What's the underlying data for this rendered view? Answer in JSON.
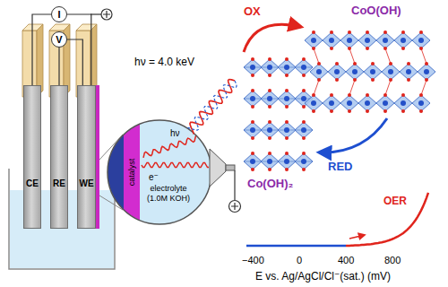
{
  "diagram": {
    "nodes": [
      {
        "text": [
          "I"
        ]
      },
      {
        "text": [
          "V"
        ]
      },
      {
        "text": [
          "CE"
        ]
      },
      {
        "text": [
          "RE"
        ]
      },
      {
        "text": [
          "WE"
        ]
      },
      {
        "text": [
          "catalyst"
        ]
      },
      {
        "text": [
          "electrolyte (1.0M KOH)"
        ]
      }
    ],
    "edges": [
      {
        "from": 2,
        "to": 0,
        "arrow": "none"
      },
      {
        "from": 0,
        "to": 4,
        "arrow": "none"
      },
      {
        "from": 3,
        "to": 1,
        "arrow": "none"
      },
      {
        "from": 1,
        "to": 4,
        "arrow": "none"
      }
    ],
    "labels": [
      "hν = 4.0 keV",
      "hν",
      "e⁻",
      "OX",
      "CoO(OH)",
      "RED",
      "Co(OH)₂",
      "OER",
      "−400",
      "0",
      "400",
      "800",
      "E vs. Ag/AgCl/Cl⁻(sat.) (mV)"
    ]
  }
}
